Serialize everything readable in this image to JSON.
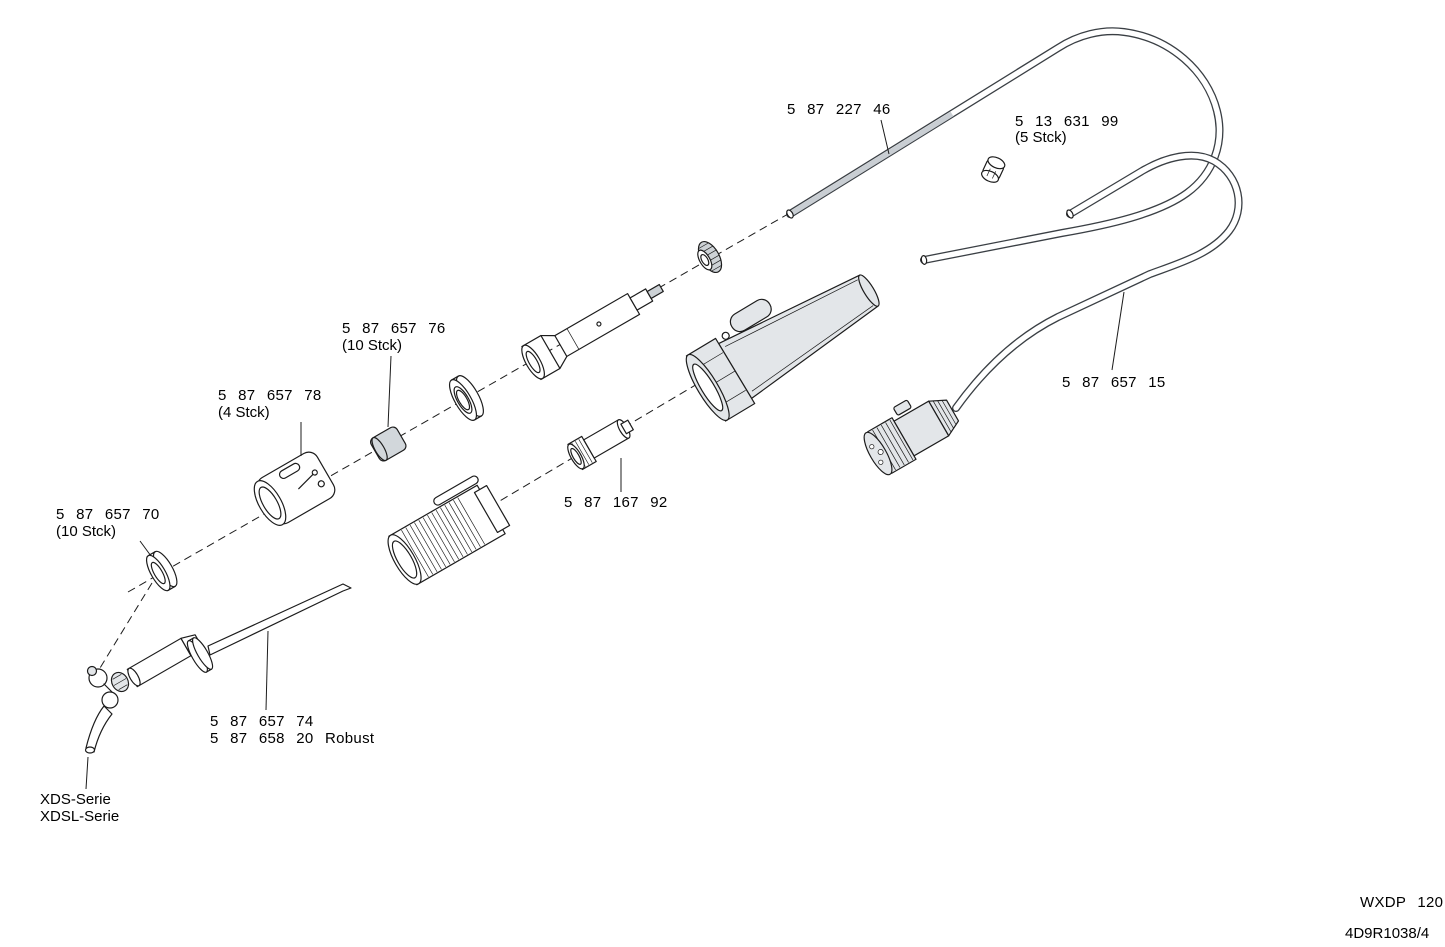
{
  "meta": {
    "background_color": "#ffffff",
    "line_color": "#1c1c1c",
    "shade_color": "#e3e6e9"
  },
  "labels": {
    "cable_part": "5 87 227 46",
    "clip_part": "5 13 631 99",
    "clip_qty": "(5 Stck)",
    "filter_part": "5 87 657 76",
    "filter_qty": "(10 Stck)",
    "holder_part": "5 87 657 78",
    "holder_qty": "(4 Stck)",
    "seal_part": "5 87 657 70",
    "seal_qty": "(10 Stck)",
    "cord_part": "5 87 657 15",
    "sleeve_part": "5 87 167 92",
    "needle_part": "5 87 657 74",
    "needle_robust_part": "5 87 658 20 Robust",
    "series_line1": "XDS-Serie",
    "series_line2": "XDSL-Serie",
    "model": "WXDP 120",
    "doc_number": "4D9R1038/4"
  }
}
